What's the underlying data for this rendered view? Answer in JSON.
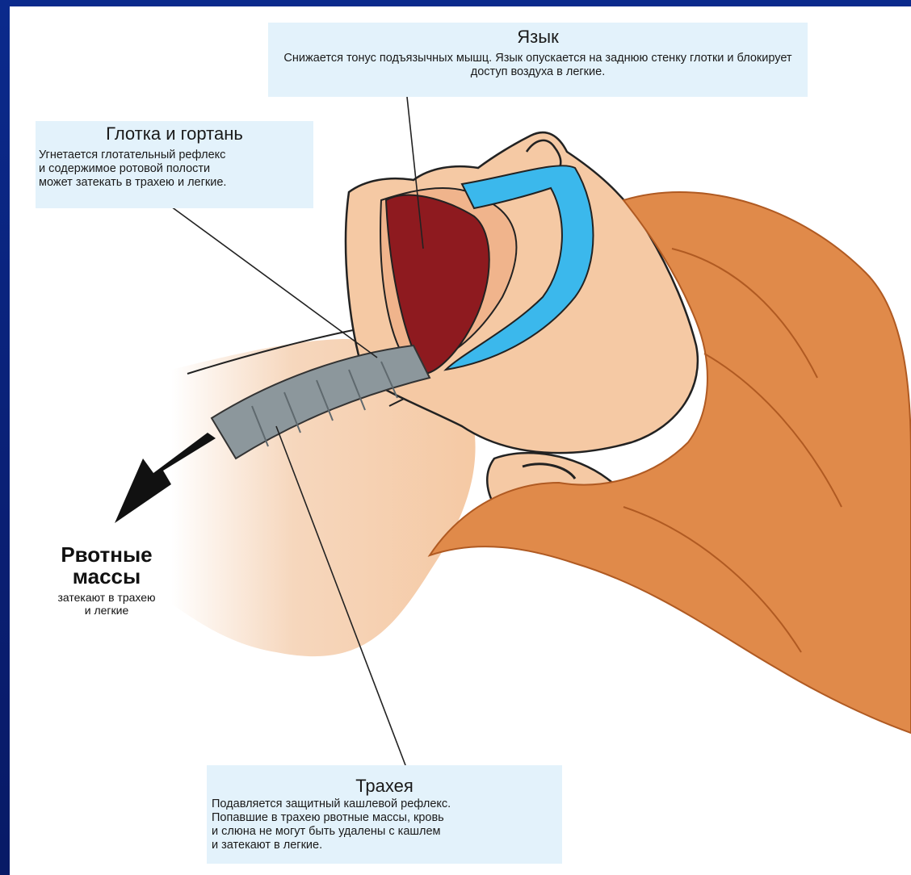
{
  "tongue": {
    "title": "Язык",
    "text": "Снижается тонус подъязычных мышц. Язык опускается на заднюю стенку глотки и блокирует доступ воздуха в легкие."
  },
  "pharynx": {
    "title": "Глотка и гортань",
    "lines": [
      "Угнетается глотательный рефлекс",
      "и содержимое ротовой полости",
      "может затекать в трахею и легкие."
    ]
  },
  "trachea": {
    "title": "Трахея",
    "lines": [
      "Подавляется защитный кашлевой рефлекс.",
      "Попавшие в трахею рвотные массы, кровь",
      "и слюна не могут быть удалены с кашлем",
      "и затекают в легкие."
    ]
  },
  "vomit": {
    "title_lines": [
      "Рвотные",
      "массы"
    ],
    "text_lines": [
      "затекают в трахею",
      "и легкие"
    ]
  },
  "colors": {
    "frame": "#0a1f7a",
    "callout_bg": "#e3f2fb",
    "skin": "#f5c9a4",
    "hair": "#e08a4a",
    "tongue": "#8e1a1f",
    "palate": "#3bb8ec",
    "trachea": "#8c979c"
  }
}
